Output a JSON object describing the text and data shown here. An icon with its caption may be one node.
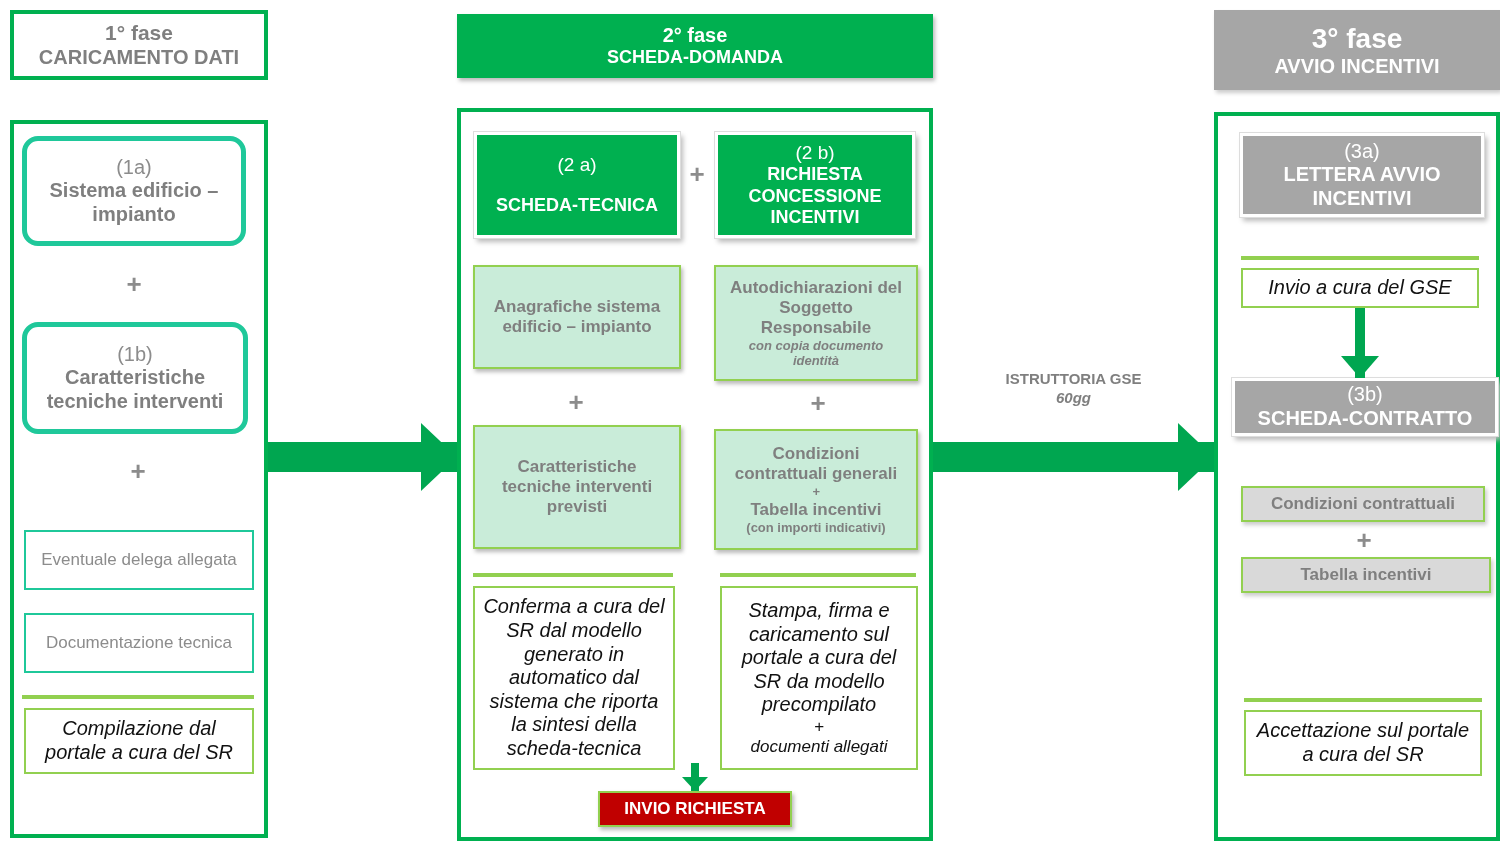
{
  "diagram": {
    "nodes": [
      {
        "text": [
          "1° fase",
          "CARICAMENTO DATI"
        ]
      },
      {
        "text": [],
        "shape": "box"
      },
      {
        "text": [
          "(1a)",
          "Sistema edificio – impianto"
        ],
        "in": 1
      },
      {
        "text": [
          "(1b)",
          "Caratteristiche tecniche interventi"
        ],
        "in": 1
      },
      {
        "text": [
          "Eventuale delega allegata"
        ],
        "in": 1
      },
      {
        "text": [
          "Documentazione tecnica"
        ],
        "in": 1
      },
      {
        "text": [
          "Compilazione dal portale a cura del SR"
        ],
        "in": 1
      },
      {
        "text": [
          "2° fase",
          "SCHEDA-DOMANDA"
        ]
      },
      {
        "text": [],
        "shape": "box"
      },
      {
        "text": [
          "(2 a)",
          "SCHEDA-TECNICA"
        ],
        "in": 8
      },
      {
        "text": [
          "(2 b)",
          "RICHIESTA CONCESSIONE INCENTIVI"
        ],
        "in": 8
      },
      {
        "text": [
          "Anagrafiche sistema edificio – impianto"
        ],
        "in": 8
      },
      {
        "text": [
          "Autodichiarazioni del Soggetto Responsabile",
          "con copia documento identità"
        ],
        "in": 8
      },
      {
        "text": [
          "Caratteristiche tecniche interventi previsti"
        ],
        "in": 8
      },
      {
        "text": [
          "Condizioni contrattuali generali",
          "+",
          "Tabella incentivi",
          "(con importi indicativi)"
        ],
        "in": 8
      },
      {
        "text": [
          "Conferma a cura del SR dal modello generato in automatico dal sistema che riporta la sintesi della scheda-tecnica"
        ],
        "in": 8
      },
      {
        "text": [
          "Stampa, firma e caricamento sul portale a cura del SR da modello precompilato",
          "+",
          "documenti allegati"
        ],
        "in": 8
      },
      {
        "text": [
          "INVIO RICHIESTA"
        ],
        "in": 8
      },
      {
        "text": [
          "3° fase",
          "AVVIO INCENTIVI"
        ]
      },
      {
        "text": [],
        "shape": "box"
      },
      {
        "text": [
          "(3a)",
          "LETTERA AVVIO INCENTIVI"
        ],
        "in": 19
      },
      {
        "text": [
          "Invio a cura del GSE"
        ],
        "in": 19
      },
      {
        "text": [
          "(3b)",
          "SCHEDA-CONTRATTO"
        ],
        "in": 19
      },
      {
        "text": [
          "Condizioni contrattuali"
        ],
        "in": 19
      },
      {
        "text": [
          "Tabella incentivi"
        ],
        "in": 19
      },
      {
        "text": [
          "Accettazione sul portale a cura del SR"
        ],
        "in": 19
      }
    ],
    "edges": [
      {
        "from": 1,
        "to": 8,
        "arrow": "to",
        "style": "thick"
      },
      {
        "from": 8,
        "to": 19,
        "arrow": "to",
        "style": "thick",
        "label": "ISTRUTTORIA GSE *60gg*"
      },
      {
        "from": 21,
        "to": 22,
        "arrow": "to"
      },
      {
        "from": null,
        "to": 17,
        "arrow": "to"
      }
    ],
    "labels": [
      "+",
      "+",
      "+",
      "+",
      "+",
      "+"
    ]
  }
}
